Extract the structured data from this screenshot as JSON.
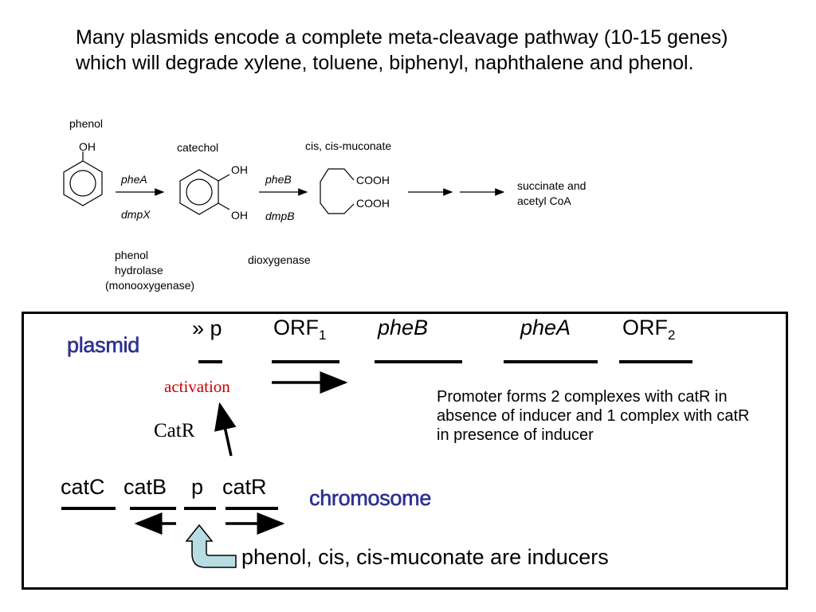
{
  "intro_text": "Many plasmids encode a complete meta-cleavage pathway (10-15 genes) which will degrade xylene, toluene, biphenyl, naphthalene and phenol.",
  "pathway": {
    "compounds": {
      "phenol": "phenol",
      "phenol_oh": "OH",
      "catechol": "catechol",
      "catechol_oh_top": "OH",
      "catechol_oh_bottom": "OH",
      "muconate": "cis, cis-muconate",
      "cooh_top": "COOH",
      "cooh_bottom": "COOH",
      "products_line1": "succinate and",
      "products_line2": "acetyl CoA"
    },
    "genes": {
      "step1_top": "pheA",
      "step1_bottom": "dmpX",
      "step2_top": "pheB",
      "step2_bottom": "dmpB"
    },
    "enzymes": {
      "hydrolase_line1": "phenol",
      "hydrolase_line2": "hydrolase",
      "hydrolase_line3": "(monooxygenase)",
      "dioxygenase": "dioxygenase"
    }
  },
  "operon": {
    "plasmid_label": "plasmid",
    "promoter": "» p",
    "orf1": "ORF",
    "orf1_sub": "1",
    "pheB": "pheB",
    "pheA": "pheA",
    "orf2": "ORF",
    "orf2_sub": "2",
    "activation_label": "activation",
    "catR_regulator": "CatR",
    "note": "Promoter forms 2 complexes with catR in absence of inducer and 1 complex with catR in presence of inducer",
    "chromosome_label": "chromosome",
    "chrom_genes": {
      "catC": "catC",
      "catB": "catB",
      "p": "p",
      "catR": "catR"
    },
    "inducers": "phenol, cis, cis-muconate are inducers"
  },
  "colors": {
    "blue_label": "#2e3192",
    "activation_red": "#cc0000",
    "inducer_arrow_fill": "#b7dde3"
  }
}
